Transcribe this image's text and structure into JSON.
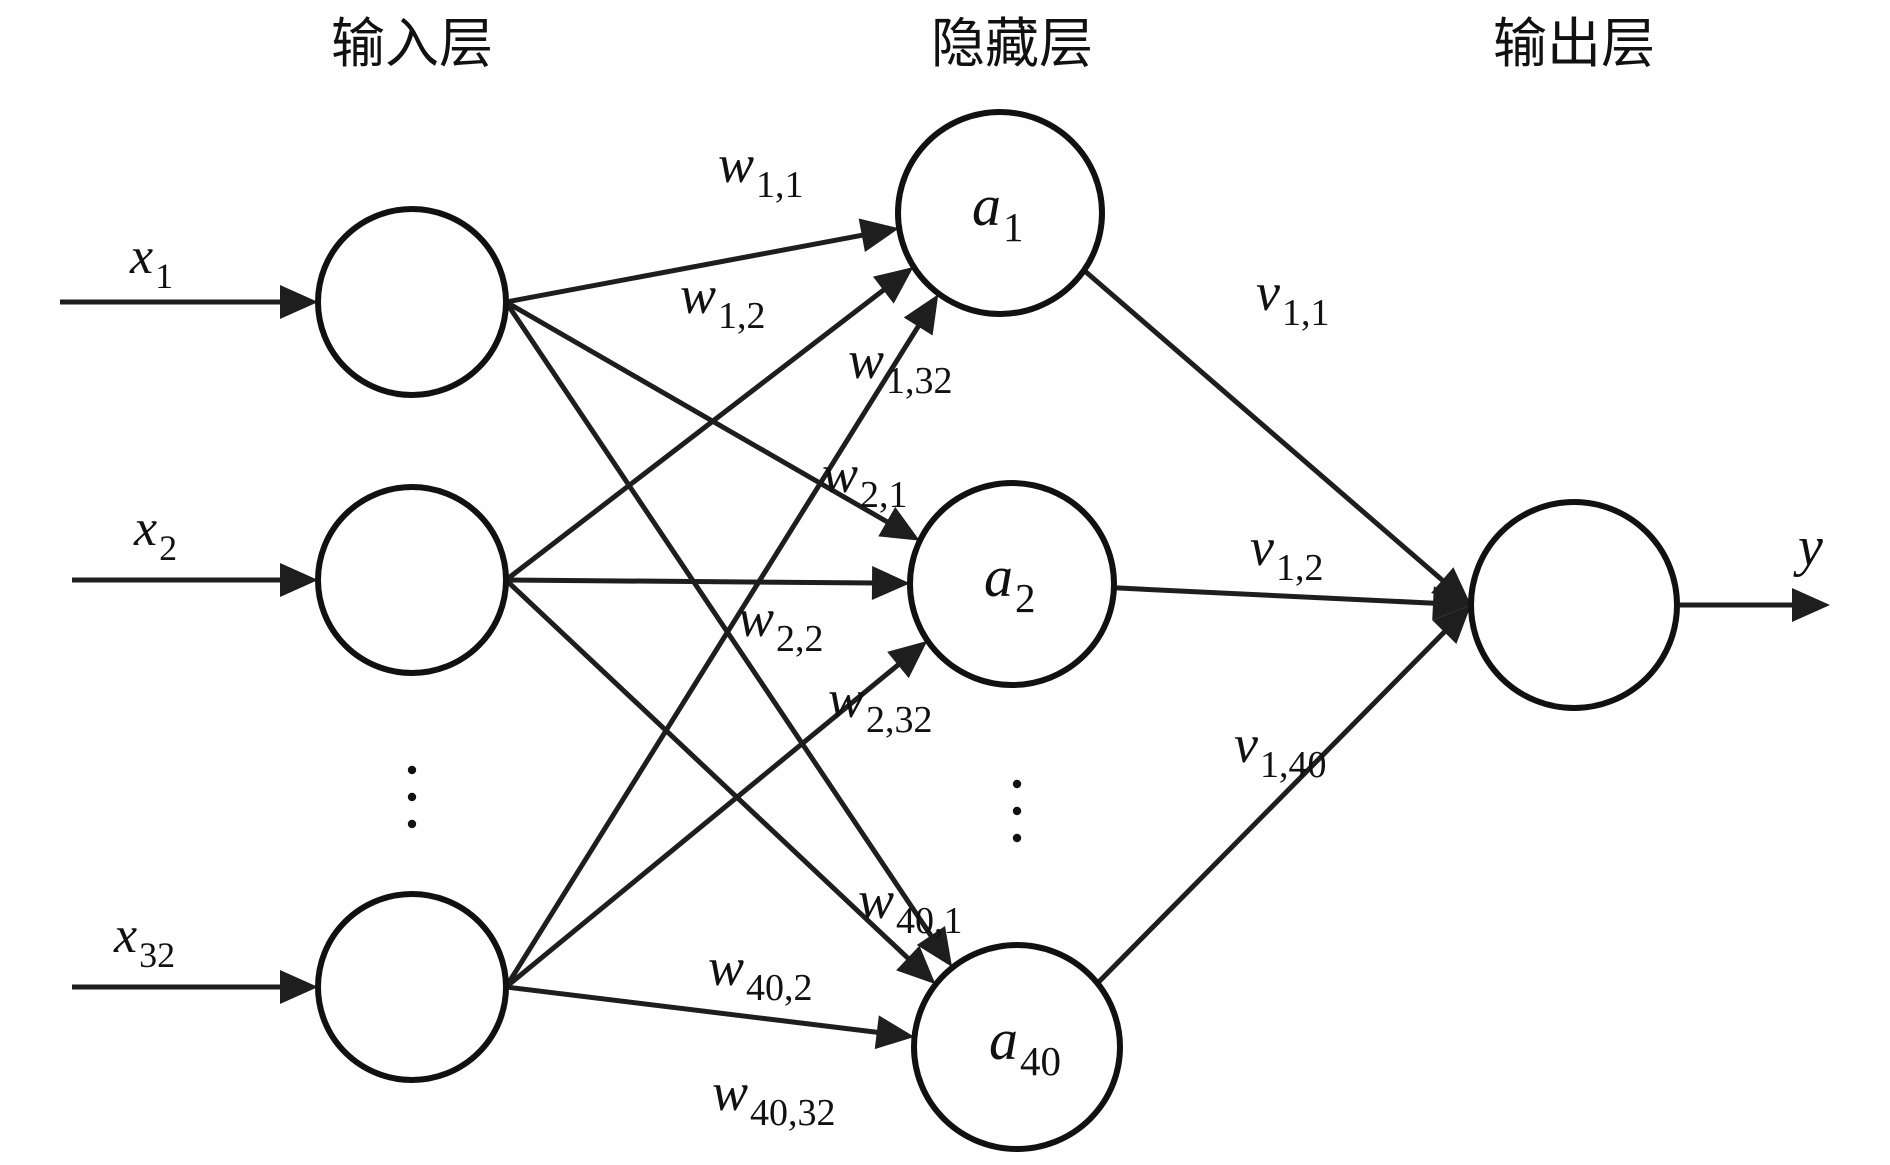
{
  "layer_titles": {
    "input": "输入层",
    "hidden": "隐藏层",
    "output": "输出层"
  },
  "inputs": [
    {
      "id": "in1",
      "var": "x",
      "sub": "1"
    },
    {
      "id": "in2",
      "var": "x",
      "sub": "2"
    },
    {
      "id": "in32",
      "var": "x",
      "sub": "32"
    }
  ],
  "hidden": [
    {
      "id": "h1",
      "var": "a",
      "sub": "1"
    },
    {
      "id": "h2",
      "var": "a",
      "sub": "2"
    },
    {
      "id": "h40",
      "var": "a",
      "sub": "40"
    }
  ],
  "output": {
    "id": "out",
    "var": "y"
  },
  "input_hidden_weights": [
    {
      "from": "in1",
      "to": "h1",
      "var": "w",
      "sub": "1,1"
    },
    {
      "from": "in2",
      "to": "h1",
      "var": "w",
      "sub": "1,2"
    },
    {
      "from": "in32",
      "to": "h1",
      "var": "w",
      "sub": "1,32"
    },
    {
      "from": "in1",
      "to": "h2",
      "var": "w",
      "sub": "2,1"
    },
    {
      "from": "in2",
      "to": "h2",
      "var": "w",
      "sub": "2,2"
    },
    {
      "from": "in32",
      "to": "h2",
      "var": "w",
      "sub": "2,32"
    },
    {
      "from": "in1",
      "to": "h40",
      "var": "w",
      "sub": "40,1"
    },
    {
      "from": "in2",
      "to": "h40",
      "var": "w",
      "sub": "40,2"
    },
    {
      "from": "in32",
      "to": "h40",
      "var": "w",
      "sub": "40,32"
    }
  ],
  "hidden_output_weights": [
    {
      "from": "h1",
      "to": "out",
      "var": "v",
      "sub": "1,1"
    },
    {
      "from": "h2",
      "to": "out",
      "var": "v",
      "sub": "1,2"
    },
    {
      "from": "h40",
      "to": "out",
      "var": "v",
      "sub": "1,40"
    }
  ],
  "ellipsis": "⋮"
}
